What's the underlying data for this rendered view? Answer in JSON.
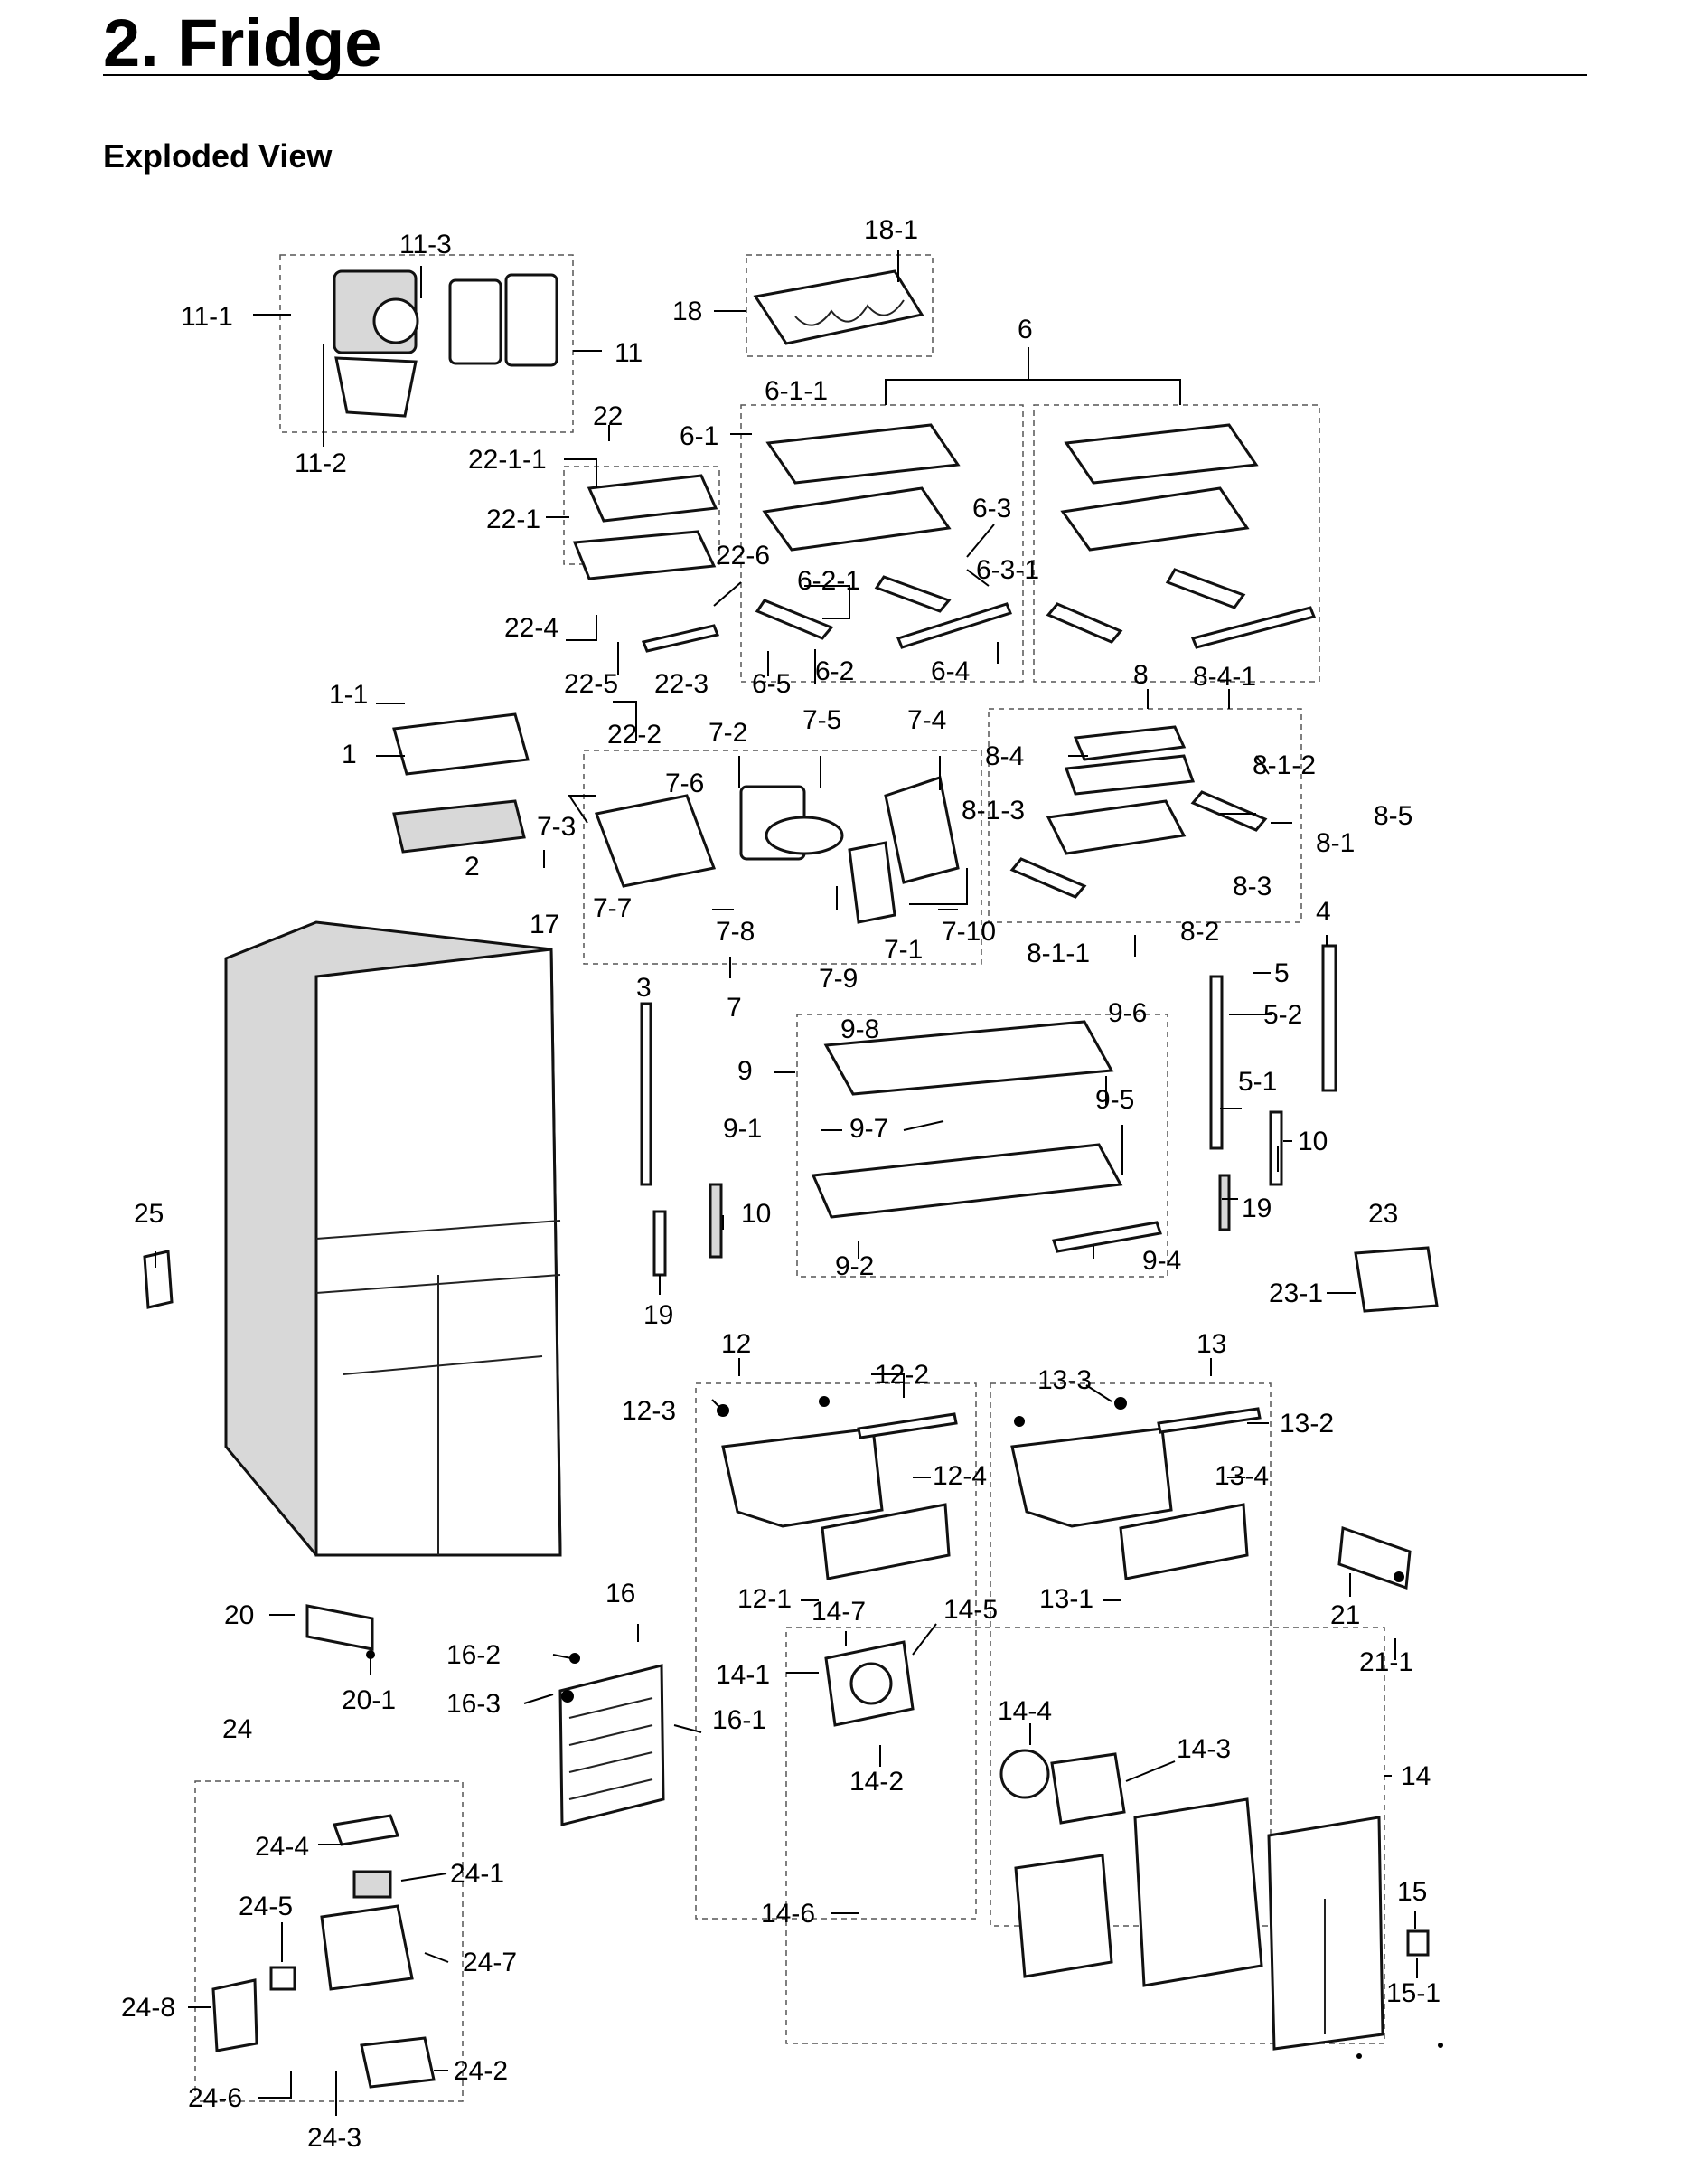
{
  "header": {
    "title": "2.  Fridge",
    "subtitle": "Exploded View"
  },
  "labels": [
    "11-3",
    "11-1",
    "11",
    "11-2",
    "18-1",
    "18",
    "6",
    "6-1-1",
    "6-1",
    "22",
    "22-1-1",
    "22-1",
    "6-3",
    "22-6",
    "6-3-1",
    "6-2-1",
    "22-4",
    "22-5",
    "22-3",
    "6-5",
    "6-2",
    "6-4",
    "8",
    "8-4-1",
    "1-1",
    "1",
    "22-2",
    "7-2",
    "7-5",
    "7-4",
    "8-4",
    "8-1-2",
    "7-6",
    "7-3",
    "8-1-3",
    "8-5",
    "8-1",
    "2",
    "8-3",
    "17",
    "7-7",
    "7-10",
    "7-8",
    "7-1",
    "8-2",
    "8-1-1",
    "4",
    "7-9",
    "7",
    "3",
    "5",
    "5-2",
    "9-8",
    "9-6",
    "9",
    "5-1",
    "9-5",
    "9-1",
    "9-7",
    "10",
    "25",
    "10",
    "19",
    "23",
    "9-4",
    "9-2",
    "23-1",
    "19",
    "12",
    "13",
    "12-2",
    "13-3",
    "13-2",
    "12-3",
    "12-4",
    "13-4",
    "12-1",
    "13-1",
    "21",
    "20",
    "16",
    "14-7",
    "14-5",
    "16-2",
    "20-1",
    "21-1",
    "16-3",
    "14-1",
    "16-1",
    "14-4",
    "24",
    "14-3",
    "14",
    "14-2",
    "24-4",
    "24-1",
    "15",
    "24-5",
    "14-6",
    "24-7",
    "15-1",
    "24-8",
    "24-2",
    "24-6",
    "24-3"
  ]
}
